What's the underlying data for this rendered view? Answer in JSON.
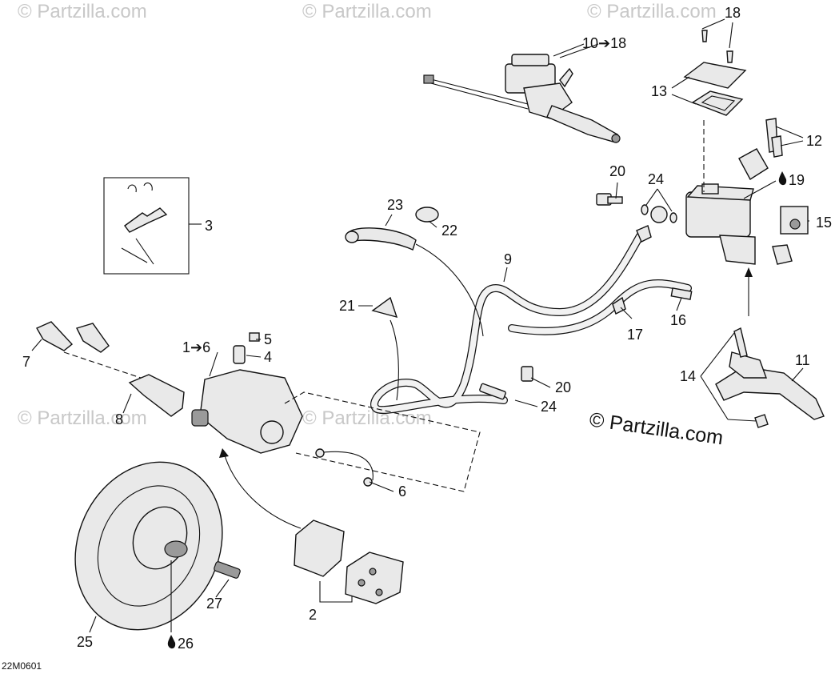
{
  "watermarks": [
    "© Partzilla.com",
    "© Partzilla.com",
    "© Partzilla.com",
    "© Partzilla.com",
    "© Partzilla.com"
  ],
  "copyright": "© Partzilla.com",
  "diagram_code": "22M0601",
  "callouts": {
    "c18": "18",
    "c10_18": "10➔18",
    "c13": "13",
    "c12": "12",
    "c19": "19",
    "c15": "15",
    "c20a": "20",
    "c24a": "24",
    "c23": "23",
    "c22": "22",
    "c3": "3",
    "c9": "9",
    "c21": "21",
    "c16": "16",
    "c17": "17",
    "c11": "11",
    "c14": "14",
    "c1_6": "1➔6",
    "c5": "5",
    "c4": "4",
    "c7": "7",
    "c8": "8",
    "c20b": "20",
    "c24b": "24",
    "c6": "6",
    "c27": "27",
    "c2": "2",
    "c25": "25",
    "c26": "26"
  },
  "icons": {
    "drop": "oil-drop-icon",
    "arrow": "right-arrow-icon"
  }
}
